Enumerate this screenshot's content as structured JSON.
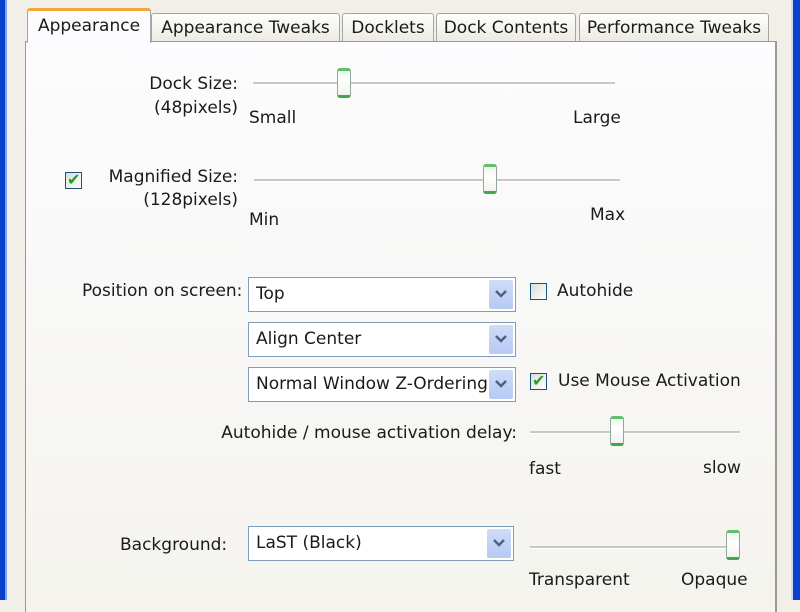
{
  "tabs": [
    {
      "label": "Appearance",
      "active": true
    },
    {
      "label": "Appearance Tweaks",
      "active": false
    },
    {
      "label": "Docklets",
      "active": false
    },
    {
      "label": "Dock Contents",
      "active": false
    },
    {
      "label": "Performance Tweaks",
      "active": false
    }
  ],
  "dock_size": {
    "label": "Dock Size:",
    "value_label": "(48pixels)",
    "min_label": "Small",
    "max_label": "Large",
    "slider_fraction": 0.24
  },
  "magnified_size": {
    "enabled": true,
    "label": "Magnified Size:",
    "value_label": "(128pixels)",
    "min_label": "Min",
    "max_label": "Max",
    "slider_fraction": 0.65
  },
  "position": {
    "label": "Position on screen:",
    "screen_edge": "Top",
    "alignment": "Align Center",
    "z_ordering": "Normal Window Z-Ordering"
  },
  "autohide": {
    "label": "Autohide",
    "checked": false
  },
  "mouse_activation": {
    "label": "Use Mouse Activation",
    "checked": true
  },
  "delay": {
    "label": "Autohide / mouse activation delay:",
    "min_label": "fast",
    "max_label": "slow",
    "slider_fraction": 0.41
  },
  "background": {
    "label": "Background:",
    "value": "LaST (Black)",
    "min_label": "Transparent",
    "max_label": "Opaque",
    "slider_fraction": 1.0
  },
  "icons": {
    "check": "✔",
    "dropdown": "chevron-down-icon"
  },
  "colors": {
    "active_tab_accent": "#f3a93a",
    "slider_thumb_accent": "#3ea84b",
    "window_border": "#0a3fc9"
  }
}
